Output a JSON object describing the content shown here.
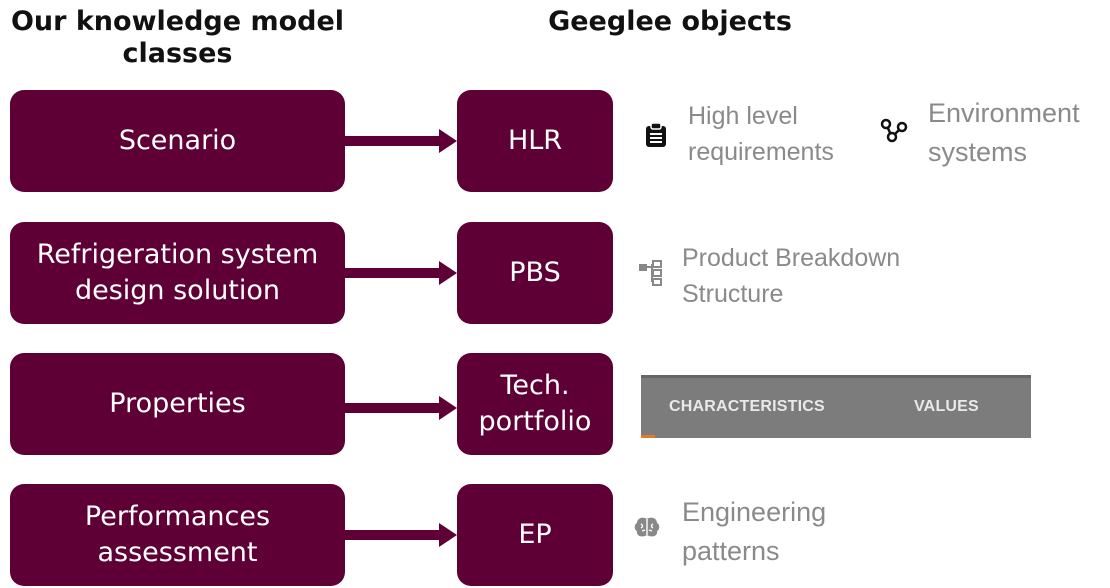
{
  "headings": {
    "left": "Our knowledge model classes",
    "right": "Geeglee objects"
  },
  "rows": [
    {
      "model_class": "Scenario",
      "object": "HLR",
      "descriptions": [
        {
          "icon": "clipboard-icon",
          "text_line1": "High level",
          "text_line2": "requirements"
        },
        {
          "icon": "graph-nodes-icon",
          "text_line1": "Environment",
          "text_line2": "systems"
        }
      ]
    },
    {
      "model_class_line1": "Refrigeration system",
      "model_class_line2": "design solution",
      "object": "PBS",
      "descriptions": [
        {
          "icon": "tree-structure-icon",
          "text_line1": "Product Breakdown",
          "text_line2": "Structure"
        }
      ]
    },
    {
      "model_class": "Properties",
      "object_line1": "Tech.",
      "object_line2": "portfolio",
      "table_header": {
        "col1": "CHARACTERISTICS",
        "col2": "VALUES"
      }
    },
    {
      "model_class_line1": "Performances",
      "model_class_line2": "assessment",
      "object": "EP",
      "descriptions": [
        {
          "icon": "brain-icon",
          "text_line1": "Engineering",
          "text_line2": "patterns"
        }
      ]
    }
  ],
  "colors": {
    "box_fill": "#5e0036",
    "arrow": "#5e0036",
    "description_text": "#8a8a8a",
    "table_header_bg": "#7c7c7c",
    "table_accent": "#e07b2a"
  }
}
